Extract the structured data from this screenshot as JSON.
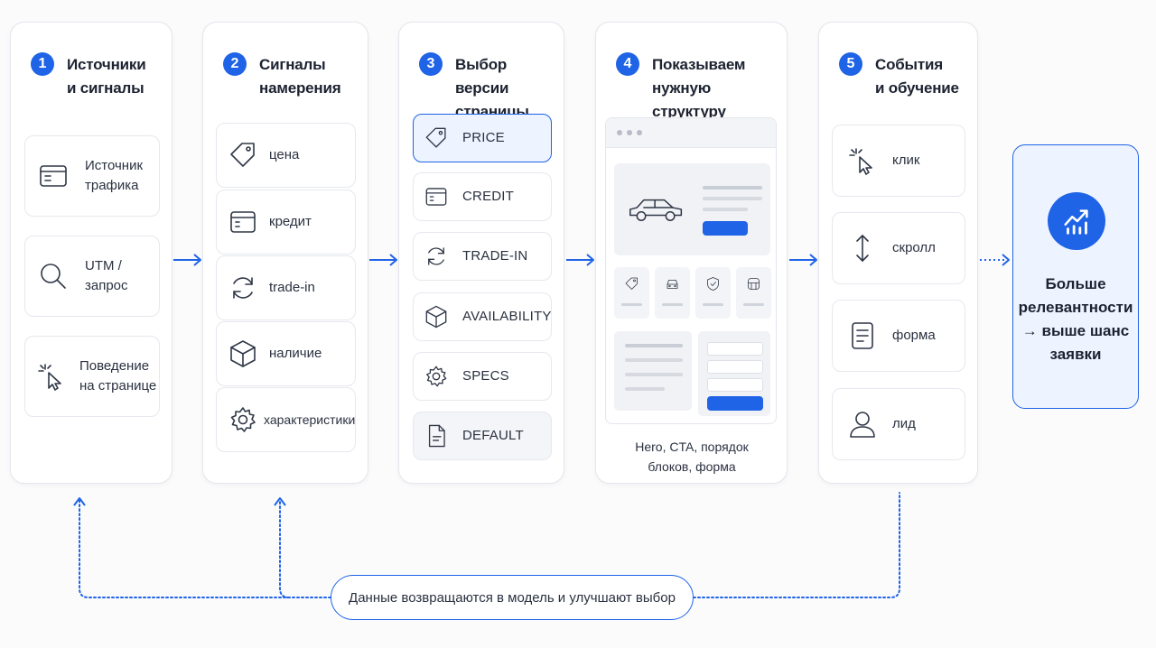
{
  "accent_color": "#1f63e6",
  "columns": [
    {
      "number": "1",
      "title": "Источники\nи сигналы",
      "items": [
        {
          "icon": "browser-window-icon",
          "label": "Источник\nтрафика"
        },
        {
          "icon": "magnifier-icon",
          "label": "UTM /\nзапрос"
        },
        {
          "icon": "cursor-click-icon",
          "label": "Поведение\nна странице"
        }
      ]
    },
    {
      "number": "2",
      "title": "Сигналы\nнамерения",
      "items": [
        {
          "icon": "price-tag-icon",
          "label": "цена"
        },
        {
          "icon": "credit-document-icon",
          "label": "кредит"
        },
        {
          "icon": "refresh-cycle-icon",
          "label": "trade-in"
        },
        {
          "icon": "cube-box-icon",
          "label": "наличие"
        },
        {
          "icon": "gear-icon",
          "label": "характеристики"
        }
      ]
    },
    {
      "number": "3",
      "title": "Выбор версии\nстраницы",
      "items": [
        {
          "icon": "price-tag-icon",
          "label": "PRICE"
        },
        {
          "icon": "credit-document-icon",
          "label": "CREDIT"
        },
        {
          "icon": "refresh-cycle-icon",
          "label": "TRADE-IN"
        },
        {
          "icon": "cube-box-icon",
          "label": "AVAILABILITY"
        },
        {
          "icon": "gear-icon",
          "label": "SPECS"
        },
        {
          "icon": "file-icon",
          "label": "DEFAULT"
        }
      ]
    },
    {
      "number": "4",
      "title": "Показываем\nнужную структуру",
      "caption": "Hero, CTA, порядок\nблоков, форма"
    },
    {
      "number": "5",
      "title": "События\nи обучение",
      "items": [
        {
          "icon": "cursor-click-icon",
          "label": "клик"
        },
        {
          "icon": "vertical-arrows-icon",
          "label": "скролл"
        },
        {
          "icon": "form-document-icon",
          "label": "форма"
        },
        {
          "icon": "user-icon",
          "label": "лид"
        }
      ]
    }
  ],
  "result": {
    "icon": "growth-chart-icon",
    "text": "Больше\nрелевантности\n→ выше шанс\nзаявки"
  },
  "feedback": "Данные возвращаются в модель и улучшают выбор"
}
